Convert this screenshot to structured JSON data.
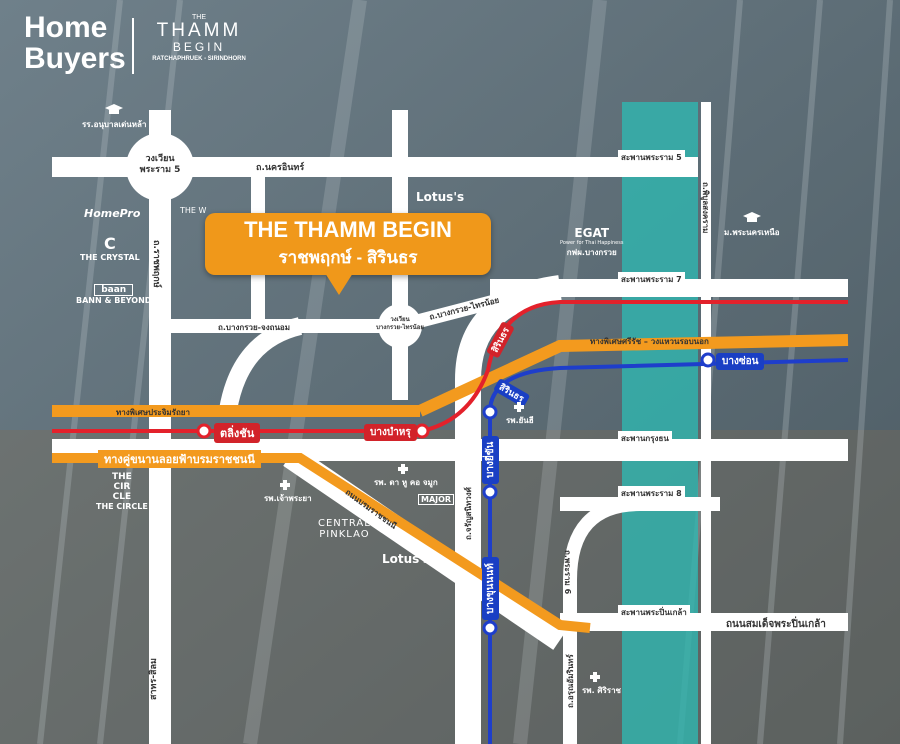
{
  "brand": {
    "line1": "Home",
    "line2": "Buyers"
  },
  "project_logo": {
    "small": "THE",
    "line1": "THAMM",
    "line2": "BEGIN",
    "sub": "RATCHAPHRUEK - SIRINDHORN"
  },
  "callout": {
    "title": "THE THAMM BEGIN",
    "subtitle": "ราชพฤกษ์ - สิรินธร"
  },
  "roads": {
    "nakhon_in": "ถ.นครอินทร์",
    "ratchaphruek": "ถ.ราชพฤกษ์",
    "bangkruai_chongthanom": "ถ.บางกรวย-จงถนอม",
    "bangkruai_sainoi": "ถ.บางกรวย-ไทรน้อย",
    "prachaniwet_expressway": "ทางพิเศษประจิมรัถยา",
    "sirirat_expressway": "ทางพิเศษศรีรัช – วงแหวนรอบนอก",
    "borommaratchachonnani_elevated": "ทางคู่ขนานลอยฟ้าบรมราชชนนี",
    "borommaratchachonnani": "ถนนบรมราชชนนี",
    "charansanitwong": "ถ.จรัญสนิทวงศ์",
    "sanam_bin_nam": "ถ.พิบูลสงคราม",
    "rama6": "ถ.พระราม 6",
    "arun_amarin": "ถ.อรุณอัมรินทร์",
    "sai_sam": "สาทร-สิลม",
    "somdet_phra_pinklao": "ถนนสมเด็จพระปิ่นเกล้า"
  },
  "roundabouts": {
    "rama5": "วงเวียน\nพระราม 5",
    "bangkruai": "วงเวียน\nบางกรวย-ไทรน้อย"
  },
  "bridges": {
    "rama5": "สะพานพระราม 5",
    "rama7": "สะพานพระราม 7",
    "krungthon": "สะพานกรุงธน",
    "rama8": "สะพานพระราม 8",
    "pinklao": "สะพานพระปิ่นเกล้า"
  },
  "stations": {
    "taling_chan": "ตลิ่งชัน",
    "bang_bamru": "บางบำหรุ",
    "sirindhorn": "สิรินธร",
    "bang_son": "บางซ่อน",
    "bang_yi_khan": "บางยี่ขัน",
    "bang_khun_non": "บางขุนนนท์"
  },
  "places": {
    "school": "รร.อนุบาลเด่นหล้า",
    "homepro": "HomePro",
    "the_w": "THE W",
    "the_crystal": "THE CRYSTAL",
    "baan_beyond_logo": "baan",
    "baan_beyond": "BANN & BEYOND",
    "lotus_top": "Lotus's",
    "egat": "EGAT",
    "egat_tag": "Power for Thai Happiness",
    "egat_label": "กฟผ.บางกรวย",
    "mpn": "ม.พระนครเหนือ",
    "hosp_yanhee": "รพ.ยันฮี",
    "hosp_chaophraya": "รพ.เจ้าพระยา",
    "hosp_taksin": "รพ. ตา หู คอ จมูก",
    "major": "MAJOR",
    "the_circle_logo": "THE\nCIR\nCLE",
    "the_circle": "THE CIRCLE",
    "central": "CENTRAL",
    "pinklao": "PINKLAO",
    "lotus_bottom": "Lotus's",
    "hosp_siriraj": "รพ. ศิริราช"
  },
  "colors": {
    "road": "#ffffff",
    "expressway": "#f39a1e",
    "red_line": "#e3212b",
    "blue_line": "#1e3ecb",
    "river": "#2fb7b0",
    "callout": "#f0981a"
  },
  "icons": [
    "graduation-cap-icon",
    "hospital-cross-icon",
    "station-marker-icon"
  ]
}
